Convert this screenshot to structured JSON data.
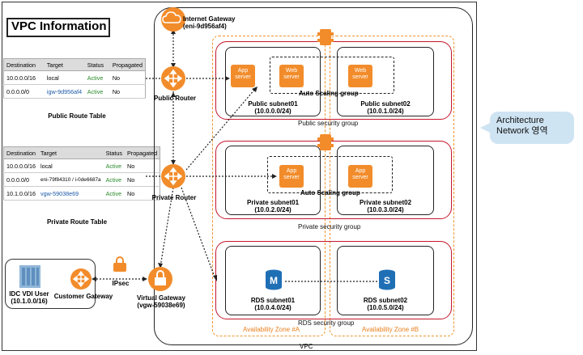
{
  "title": "VPC Information",
  "public_route_table": {
    "caption": "Public Route Table",
    "headers": [
      "Destination",
      "Target",
      "Status",
      "Propagated"
    ],
    "rows": [
      [
        "10.0.0.0/16",
        "local",
        "Active",
        "No"
      ],
      [
        "0.0.0.0/0",
        "igw-9d956af4",
        "Active",
        "No"
      ]
    ]
  },
  "private_route_table": {
    "caption": "Private Route Table",
    "headers": [
      "Destination",
      "Target",
      "Status",
      "Propagated"
    ],
    "rows": [
      [
        "10.0.0.0/16",
        "local",
        "Active",
        "No"
      ],
      [
        "0.0.0.0/0",
        "eni-79f84310 / i-0de6687a",
        "Active",
        "No"
      ],
      [
        "10.1.0.0/16",
        "vgw-59038e69",
        "Active",
        "No"
      ]
    ]
  },
  "internet_gateway": {
    "line1": "Internet Gateway",
    "line2": "(eni-9d956af4)"
  },
  "public_router": "Public Router",
  "private_router": "Private Router",
  "public_subnet01": {
    "name": "Public subnet01",
    "cidr": "(10.0.0.0/24)"
  },
  "public_subnet02": {
    "name": "Public subnet02",
    "cidr": "(10.0.1.0/24)"
  },
  "private_subnet01": {
    "name": "Private subnet01",
    "cidr": "(10.0.2.0/24)"
  },
  "private_subnet02": {
    "name": "Private subnet02",
    "cidr": "(10.0.3.0/24)"
  },
  "rds_subnet01": {
    "name": "RDS subnet01",
    "cidr": "(10.0.4.0/24)"
  },
  "rds_subnet02": {
    "name": "RDS subnet02",
    "cidr": "(10.0.5.0/24)"
  },
  "auto_scaling_group": "Auto Scaling group",
  "public_security_group": "Public security group",
  "private_security_group": "Private security group",
  "rds_security_group": "RDS security group",
  "az_a": "Availability  Zone #A",
  "az_b": "Availability  Zone #B",
  "vpc": "VPC",
  "app_server": "App server",
  "web_server": "Web server",
  "idc_user": {
    "line1": "IDC VDI User",
    "line2": "(10.1.0.0/16)"
  },
  "customer_gateway": "Customer Gateway",
  "ipsec": "IPsec",
  "virtual_gateway": {
    "line1": "Virtual Gateway",
    "line2": "(vgw-59038e69)"
  },
  "callout": {
    "line1": "Architecture",
    "line2": "Network  영역"
  },
  "colors": {
    "aws_orange": "#f28c2b",
    "security_red": "#c3172c",
    "az_orange": "#f0922b",
    "rds_blue": "#1f6fb5",
    "callout_blue": "#cfe4f3"
  },
  "icons": [
    "internet-gateway-cloud-icon",
    "router-icon",
    "lock-icon",
    "database-m-icon",
    "database-s-icon",
    "data-center-icon",
    "router-cross-icon"
  ]
}
